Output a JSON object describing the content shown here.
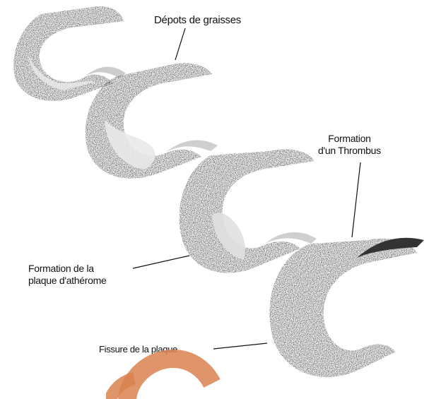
{
  "labels": {
    "depots_graisses": "Dépots de graisses",
    "formation_thrombus_line1": "Formation",
    "formation_thrombus_line2": "d'un Thrombus",
    "formation_plaque_line1": "Formation de la",
    "formation_plaque_line2": "plaque d'athérome",
    "fissure_plaque": "Fissure de la plaque"
  },
  "colors": {
    "ink": "#111111",
    "artery_wall": "#1a1a1a",
    "lumen_light": "#e9e9e9",
    "watermark": "#d9824f",
    "background": "#ffffff"
  }
}
